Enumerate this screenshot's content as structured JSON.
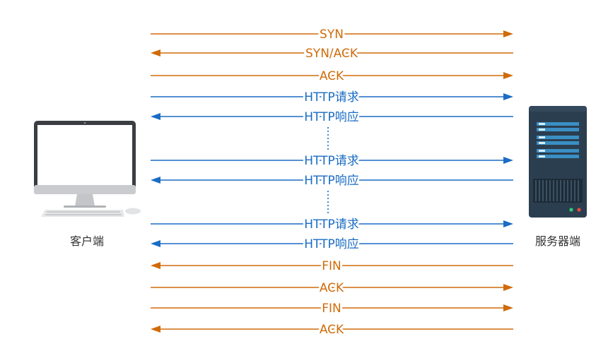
{
  "colors": {
    "handshake": "#d06b0a",
    "http": "#1a6cc4",
    "caption": "#333333"
  },
  "client": {
    "label": "客户端",
    "icon": "desktop-computer-icon"
  },
  "server": {
    "label": "服务器端",
    "icon": "server-tower-icon"
  },
  "messages": [
    {
      "label": "SYN",
      "direction": "right",
      "kind": "handshake"
    },
    {
      "label": "SYN/ACK",
      "direction": "left",
      "kind": "handshake"
    },
    {
      "label": "ACK",
      "direction": "right",
      "kind": "handshake"
    },
    {
      "label": "HTTP请求",
      "direction": "right",
      "kind": "http"
    },
    {
      "label": "HTTP响应",
      "direction": "left",
      "kind": "http"
    },
    {
      "label": "HTTP请求",
      "direction": "right",
      "kind": "http"
    },
    {
      "label": "HTTP响应",
      "direction": "left",
      "kind": "http"
    },
    {
      "label": "HTTP请求",
      "direction": "right",
      "kind": "http"
    },
    {
      "label": "HTTP响应",
      "direction": "left",
      "kind": "http"
    },
    {
      "label": "FIN",
      "direction": "left",
      "kind": "handshake"
    },
    {
      "label": "ACK",
      "direction": "right",
      "kind": "handshake"
    },
    {
      "label": "FIN",
      "direction": "right",
      "kind": "handshake"
    },
    {
      "label": "ACK",
      "direction": "left",
      "kind": "handshake"
    }
  ]
}
